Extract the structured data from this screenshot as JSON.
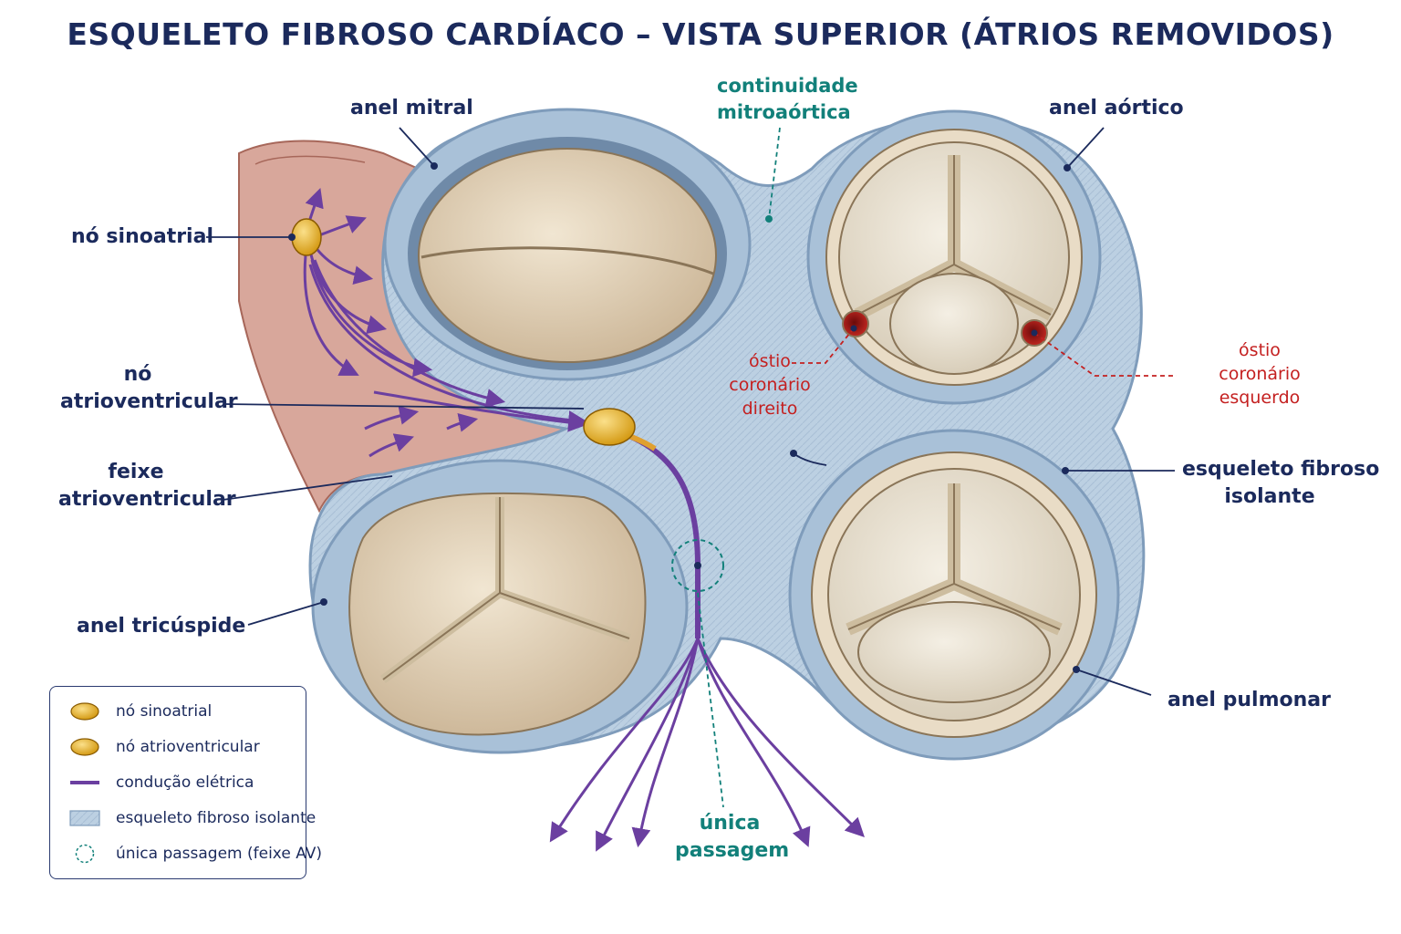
{
  "title": "ESQUELETO FIBROSO CARDÍACO – VISTA SUPERIOR (ÁTRIOS REMOVIDOS)",
  "labels": {
    "anel_mitral": "anel mitral",
    "continuidade_l1": "continuidade",
    "continuidade_l2": "mitroaórtica",
    "anel_aortico": "anel aórtico",
    "no_sinoatrial": "nó sinoatrial",
    "no_av_l1": "nó",
    "no_av_l2": "atrioventricular",
    "feixe_l1": "feixe",
    "feixe_l2": "atrioventricular",
    "anel_tricuspide": "anel tricúspide",
    "ostio_dir_l1": "óstio",
    "ostio_dir_l2": "coronário",
    "ostio_dir_l3": "direito",
    "ostio_esq_l1": "óstio",
    "ostio_esq_l2": "coronário",
    "ostio_esq_l3": "esquerdo",
    "esqueleto_l1": "esqueleto fibroso",
    "esqueleto_l2": "isolante",
    "anel_pulmonar": "anel pulmonar",
    "unica_l1": "única",
    "unica_l2": "passagem"
  },
  "legend": [
    {
      "symbol": "sa-node-icon",
      "label": "nó sinoatrial"
    },
    {
      "symbol": "av-node-icon",
      "label": "nó atrioventricular"
    },
    {
      "symbol": "conduction-line-icon",
      "label": "condução elétrica"
    },
    {
      "symbol": "fibrous-swatch-icon",
      "label": "esqueleto fibroso isolante"
    },
    {
      "symbol": "dashed-circle-icon",
      "label": "única passagem (feixe AV)"
    }
  ],
  "colors": {
    "title": "#1b2a5c",
    "fibrous": "#b9cde0",
    "fibrous_dark": "#8fa9c4",
    "atrial_tissue": "#d8a79b",
    "leaflet": "#e4d5bd",
    "node": "#e8b52a",
    "conduction": "#6b3fa0",
    "teal": "#12807a",
    "coronary": "#c42020"
  }
}
